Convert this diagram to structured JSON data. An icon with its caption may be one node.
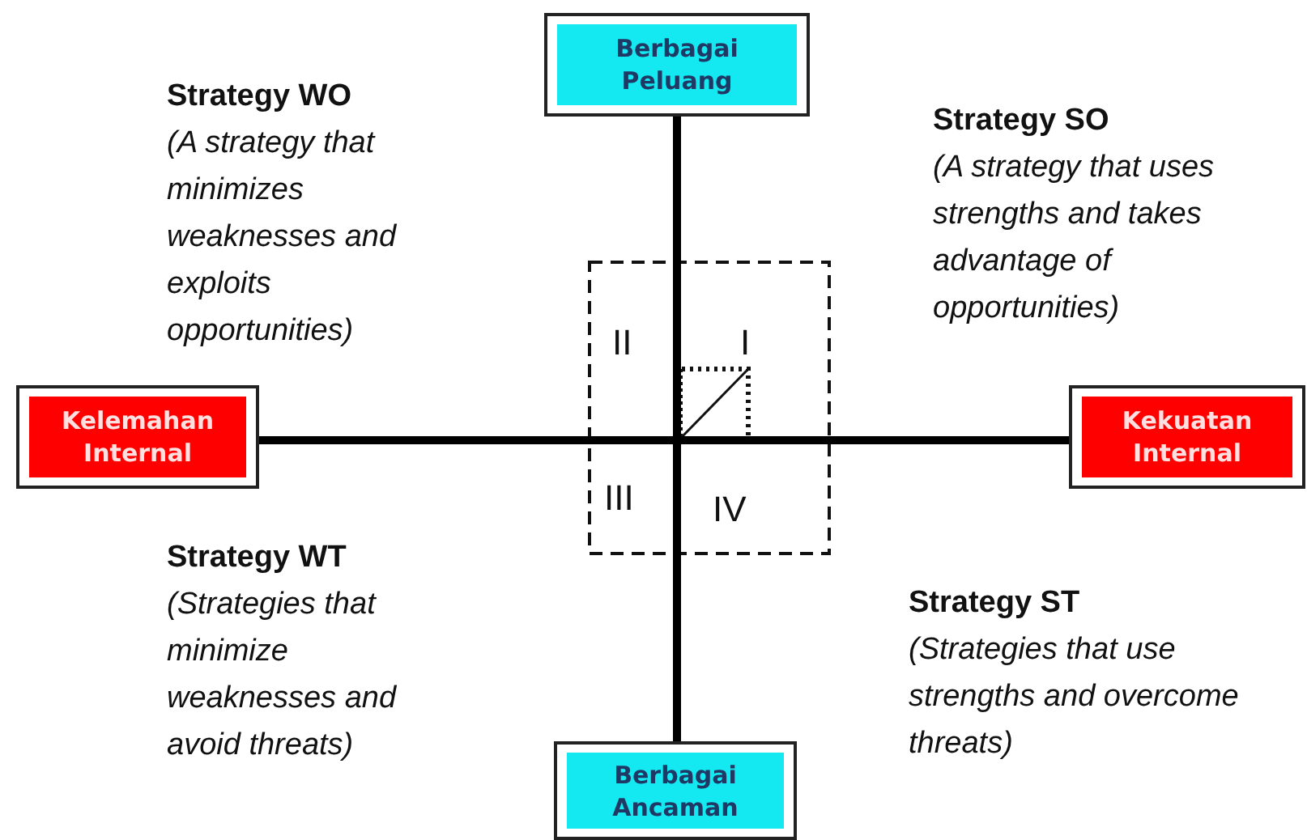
{
  "diagram": {
    "nodes": [
      {
        "text": [
          "Berbagai Peluang"
        ]
      },
      {
        "text": [
          "Kelemahan Internal"
        ]
      },
      {
        "text": [
          "Kekuatan Internal"
        ]
      },
      {
        "text": [
          "Berbagai Ancaman"
        ]
      }
    ],
    "edges": [
      {
        "from": 1,
        "to": 2,
        "arrow": "none"
      },
      {
        "from": 0,
        "to": 3,
        "arrow": "none"
      }
    ],
    "labels": [
      "Strategy WO",
      "(A strategy that minimizes weaknesses and exploits opportunities)",
      "Strategy SO",
      "(A strategy that uses strengths and takes advantage of opportunities)",
      "II",
      "I",
      "III",
      "IV",
      "Strategy WT",
      "(Strategies that minimize weaknesses and avoid threats)",
      "Strategy ST",
      "(Strategies that use strengths and overcome threats)"
    ]
  }
}
